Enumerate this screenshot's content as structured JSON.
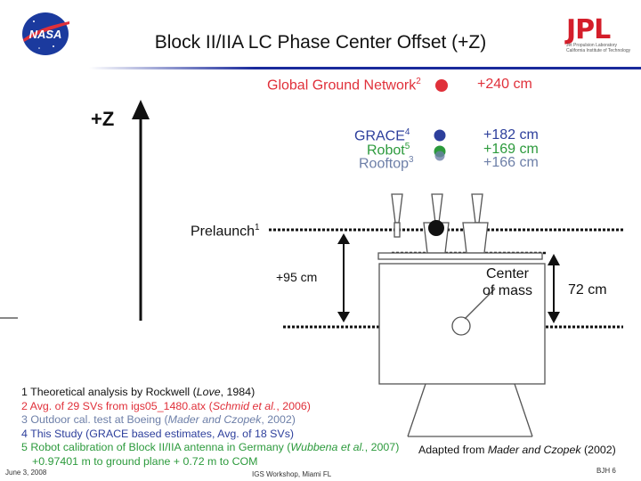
{
  "slide": {
    "title": "Block II/IIA LC Phase Center Offset (+Z)",
    "logos": {
      "nasa": "NASA",
      "jpl": "JPL",
      "jpl_subtitle_1": "Jet Propulsion Laboratory",
      "jpl_subtitle_2": "California Institute of Technology"
    }
  },
  "diagram": {
    "axis_label": "+Z",
    "offsets": [
      {
        "name": "Global Ground Network",
        "ref": "2",
        "value": "+240 cm",
        "color": "#e0303a"
      },
      {
        "name": "GRACE",
        "ref": "4",
        "value": "+182 cm",
        "color": "#2d3f9c"
      },
      {
        "name": "Robot",
        "ref": "5",
        "value": "+169 cm",
        "color": "#2c9a3c"
      },
      {
        "name": "Rooftop",
        "ref": "3",
        "value": "+166 cm",
        "color": "#6d7fa8"
      }
    ],
    "prelaunch": {
      "name": "Prelaunch",
      "ref": "1"
    },
    "prelaunch_offset": "+95 cm",
    "center_of_mass_line1": "Center",
    "center_of_mass_line2": "of mass",
    "com_distance": "72 cm",
    "adapted_from_prefix": "Adapted from ",
    "adapted_from_authors": "Mader and Czopek",
    "adapted_from_year": " (2002)"
  },
  "footnotes": [
    {
      "num": "1",
      "text": "Theoretical analysis by Rockwell (",
      "italic": "Love",
      "tail": ", 1984)",
      "color": "#111111"
    },
    {
      "num": "2",
      "text": "Avg. of 29 SVs from igs05_1480.atx (",
      "italic": "Schmid et al.",
      "tail": ", 2006)",
      "color": "#e0303a"
    },
    {
      "num": "3",
      "text": "Outdoor cal. test at Boeing (",
      "italic": "Mader and Czopek",
      "tail": ", 2002)",
      "color": "#6d7fa8"
    },
    {
      "num": "4",
      "text": "This Study (GRACE based estimates, Avg. of 18 SVs)",
      "italic": "",
      "tail": "",
      "color": "#2d3f9c"
    },
    {
      "num": "5",
      "text": "Robot calibration of Block II/IIA antenna in Germany (",
      "italic": "Wubbena et al.",
      "tail": ", 2007)",
      "color": "#2c9a3c"
    }
  ],
  "footnote_extra": "+0.97401 m to ground plane + 0.72 m to COM",
  "footer": {
    "date": "June 3, 2008",
    "event": "IGS Workshop, Miami FL",
    "page": "BJH 6"
  }
}
